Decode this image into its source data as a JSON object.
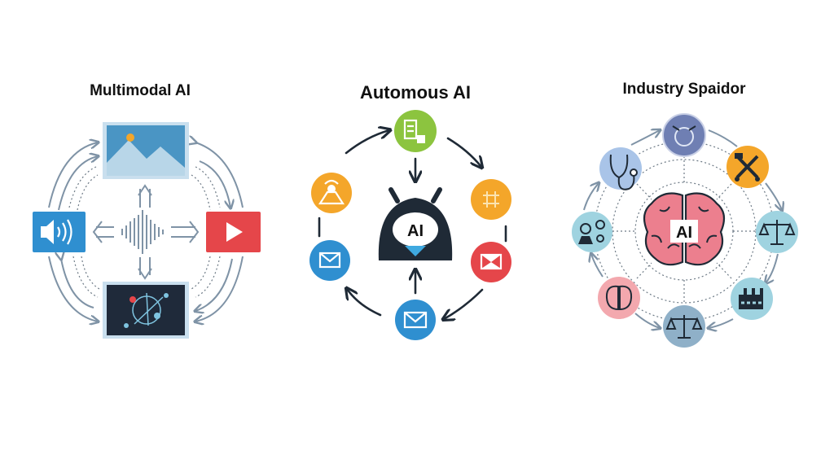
{
  "panels": [
    {
      "title": "Multimodal AI",
      "nodes": [
        "image-icon",
        "audio-speaker-icon",
        "video-play-icon",
        "network-graph-icon",
        "waveform-icon"
      ]
    },
    {
      "title": "Automous AI",
      "center_label": "AI",
      "nodes": [
        "document-icon",
        "tools-icon",
        "network-icon",
        "mail-icon",
        "mail-icon",
        "mail-icon"
      ]
    },
    {
      "title": "Industry Spaidor",
      "center_label": "AI",
      "nodes": [
        "gear-icon",
        "stethoscope-icon",
        "robot-arm-icon",
        "people-recycle-icon",
        "scales-icon",
        "brain-icon",
        "factory-icon",
        "scales-icon"
      ]
    }
  ],
  "colors": {
    "blue": "#2f8fd0",
    "red": "#e5464a",
    "green": "#8cc43f",
    "orange": "#f4a62a",
    "navy": "#1f2a36",
    "pink": "#f08a96"
  }
}
